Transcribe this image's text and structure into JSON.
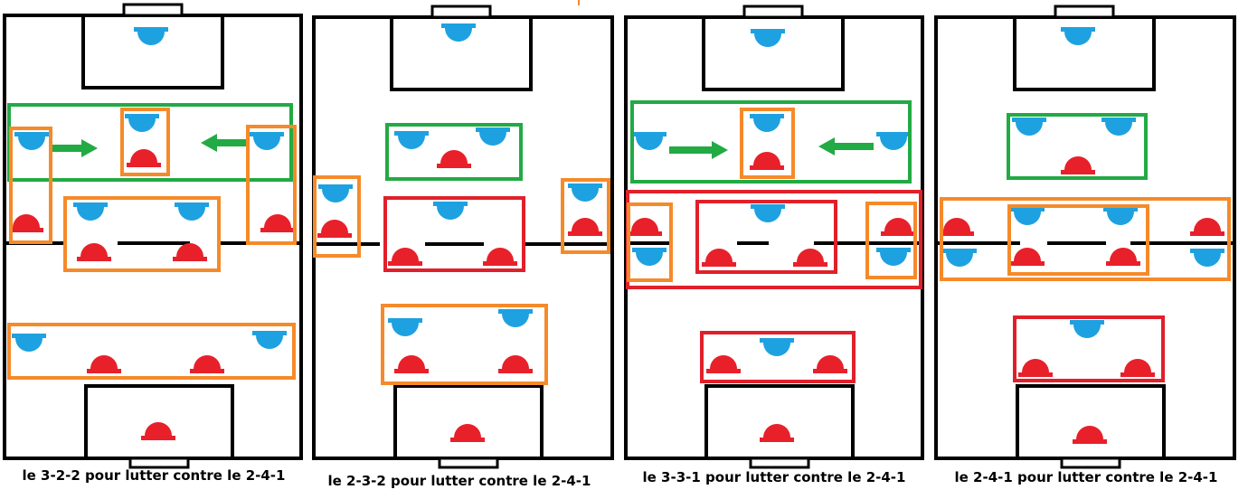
{
  "colors": {
    "line": "#000000",
    "blue_player": "#1ea1e0",
    "red_player": "#e8202a",
    "green_box": "#22aa44",
    "orange_box": "#f58a2a",
    "red_box": "#e0202a",
    "arrow": "#22aa44"
  },
  "icons": {
    "blue": "blue-player-icon",
    "red": "red-player-icon"
  },
  "diagrams": [
    {
      "caption": "le 3-2-2 pour lutter contre le 2-4-1"
    },
    {
      "caption": "le 2-3-2 pour lutter contre le 2-4-1"
    },
    {
      "caption": "le 3-3-1 pour lutter contre le 2-4-1"
    },
    {
      "caption": "le 2-4-1 pour lutter contre le 2-4-1"
    }
  ]
}
